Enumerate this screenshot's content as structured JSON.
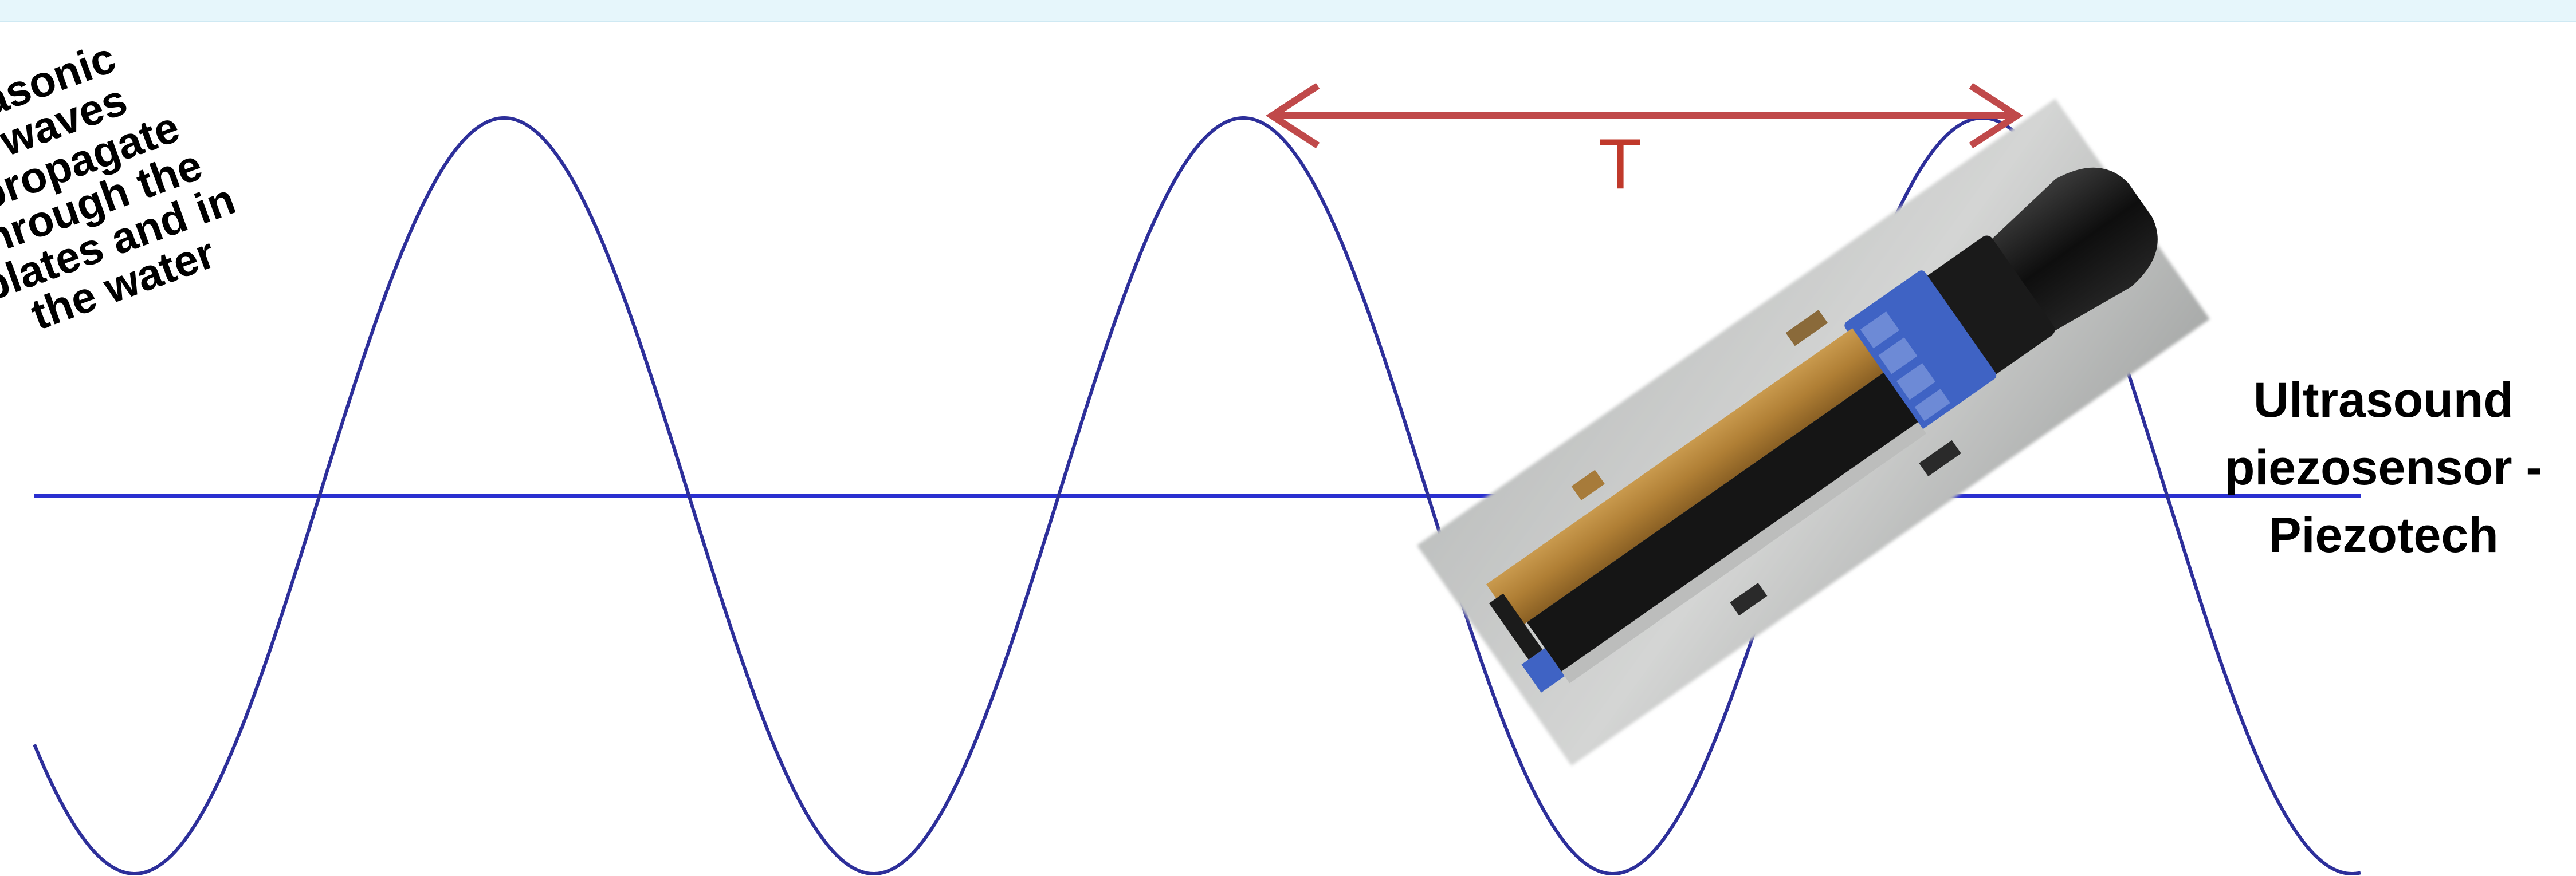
{
  "propagation_note": {
    "lines": [
      "asonic",
      "waves",
      "propagate",
      "hrough the",
      "plates and in",
      "the water"
    ]
  },
  "period_label": "T",
  "sensor_caption": {
    "lines": [
      "Ultrasound",
      "piezosensor -",
      "Piezotech"
    ]
  },
  "colors": {
    "wave": "#2d2f9a",
    "baseline": "#2a2fd0",
    "period_arrow": "#c0494a",
    "period_text": "#c0392b",
    "top_band": "#e6f6fb"
  },
  "icons": [
    "double-headed-arrow",
    "piezo-sensor-photo"
  ]
}
